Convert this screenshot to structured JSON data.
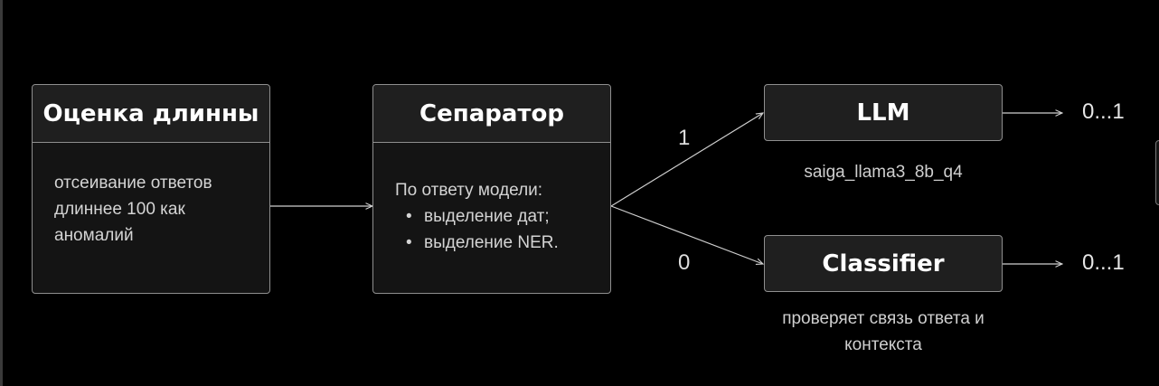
{
  "diagram": {
    "nodes": {
      "length_check": {
        "title": "Оценка длинны",
        "body_lines": [
          "отсеивание ответов",
          "длиннее 100 как",
          "аномалий"
        ]
      },
      "separator": {
        "title": "Сепаратор",
        "intro": "По ответу модели:",
        "bullets": [
          "выделение дат;",
          "выделение NER."
        ]
      },
      "llm": {
        "title": "LLM",
        "caption": "saiga_llama3_8b_q4"
      },
      "classifier": {
        "title": "Classifier",
        "caption_lines": [
          "проверяет связь ответа и",
          "контекста"
        ]
      }
    },
    "edges": [
      {
        "from": "length_check",
        "to": "separator",
        "label": ""
      },
      {
        "from": "separator",
        "to": "llm",
        "label": "1"
      },
      {
        "from": "separator",
        "to": "classifier",
        "label": "0"
      },
      {
        "from": "llm",
        "to": "llm_output",
        "label": ""
      },
      {
        "from": "classifier",
        "to": "classifier_output",
        "label": ""
      }
    ],
    "outputs": {
      "llm_output": "0...1",
      "classifier_output": "0...1"
    }
  },
  "colors": {
    "background": "#000000",
    "box_border": "#8f8f8f",
    "box_fill": "#141414",
    "header_fill": "#1f1f1f",
    "edge": "#cfcfcf"
  }
}
